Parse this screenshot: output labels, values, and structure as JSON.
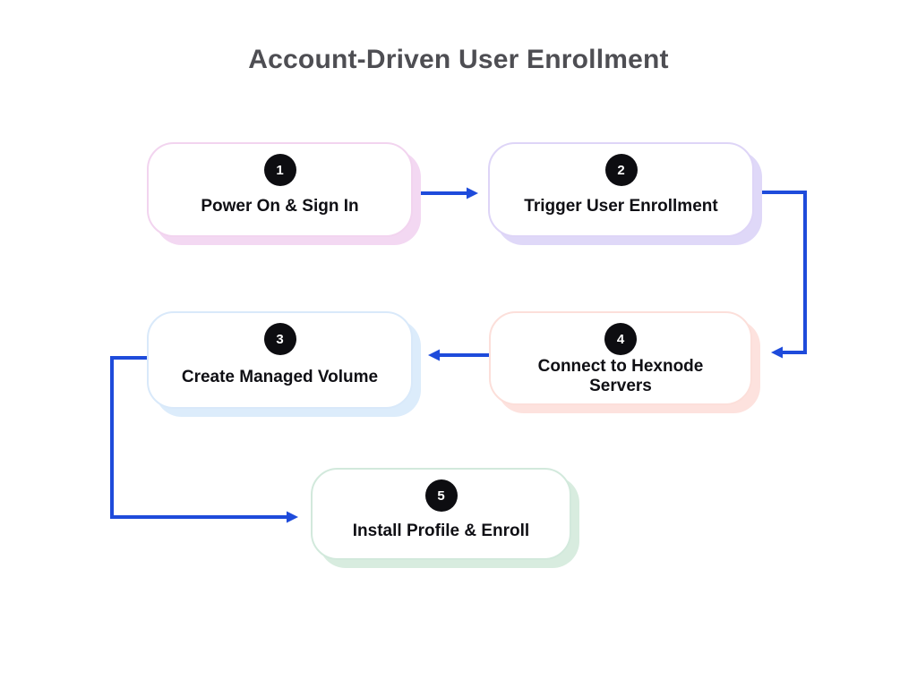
{
  "title": "Account-Driven User Enrollment",
  "colors": {
    "background": "#ffffff",
    "title_text": "#4e4e53",
    "arrow": "#1e4bdb",
    "step_circle": "#0d0d11",
    "step_text": "#0f0f14"
  },
  "steps": [
    {
      "number": "1",
      "label": "Power On & Sign In",
      "border_color": "#f2d4ef",
      "shadow_color": "#f3d8f2"
    },
    {
      "number": "2",
      "label": "Trigger User Enrollment",
      "border_color": "#ded5f7",
      "shadow_color": "#dfd8f8"
    },
    {
      "number": "3",
      "label": "Create Managed Volume",
      "border_color": "#d9e9fa",
      "shadow_color": "#dcecfb"
    },
    {
      "number": "4",
      "label": "Connect to Hexnode Servers",
      "border_color": "#fcdfda",
      "shadow_color": "#fde2de"
    },
    {
      "number": "5",
      "label": "Install Profile & Enroll",
      "border_color": "#d2e9dc",
      "shadow_color": "#d8ecdf"
    }
  ]
}
